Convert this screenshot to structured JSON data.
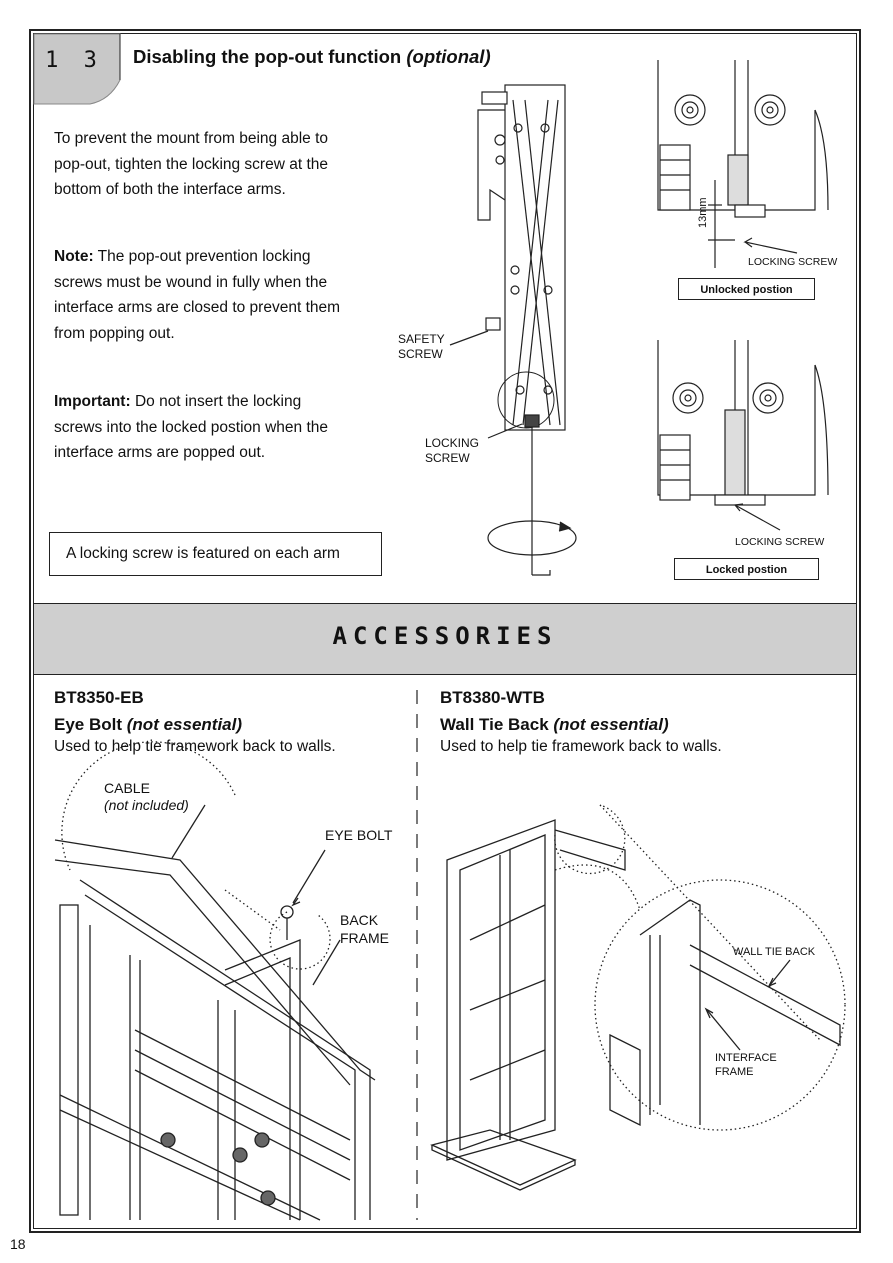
{
  "step": {
    "number": "1 3",
    "title_main": "Disabling the pop-out function",
    "title_optional": "(optional)"
  },
  "instructions": {
    "paragraph1": "To prevent the mount from being able to pop-out, tighten the locking screw at the bottom of both the interface arms.",
    "note_label": "Note:",
    "note_text": " The pop-out prevention locking screws must be wound in fully when the interface arms are closed to prevent them from popping out.",
    "important_label": "Important:",
    "important_text": " Do not insert the locking screws into the locked postion when the interface arms are popped out."
  },
  "callout_box": "A locking screw is featured on each arm",
  "diagram_labels": {
    "safety_screw_1": "SAFETY",
    "safety_screw_2": "SCREW",
    "locking_screw_1": "LOCKING",
    "locking_screw_2": "SCREW",
    "dimension": "13mm",
    "locking_screw_top": "LOCKING SCREW",
    "unlocked_caption": "Unlocked postion",
    "locking_screw_bottom": "LOCKING SCREW",
    "locked_caption": "Locked postion"
  },
  "accessories": {
    "heading": "ACCESSORIES",
    "left": {
      "code": "BT8350-EB",
      "name": "Eye Bolt",
      "qualifier": "(not essential)",
      "description": "Used to help tie framework back to walls.",
      "labels": {
        "cable": "CABLE",
        "not_included": "(not included)",
        "eye_bolt": "EYE BOLT",
        "back": "BACK",
        "frame": "FRAME"
      }
    },
    "right": {
      "code": "BT8380-WTB",
      "name": "Wall Tie Back",
      "qualifier": "(not essential)",
      "description": "Used to help tie framework back to walls.",
      "labels": {
        "wall_tie_back": "WALL TIE BACK",
        "interface": "INTERFACE",
        "frame": "FRAME"
      }
    }
  },
  "page_number": "18"
}
